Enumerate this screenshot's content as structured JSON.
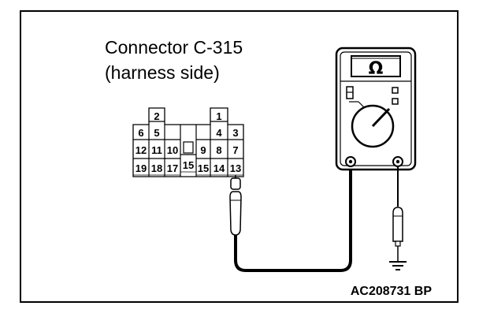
{
  "connector": {
    "title_line1": "Connector C-315",
    "title_line2": "(harness side)",
    "pins": {
      "p1": "1",
      "p2": "2",
      "p3": "3",
      "p4": "4",
      "p5": "5",
      "p6": "6",
      "p7": "7",
      "p8": "8",
      "p9": "9",
      "p10": "10",
      "p11": "11",
      "p12": "12",
      "p13": "13",
      "p14": "14",
      "p15a": "15",
      "p15b": "15",
      "p17": "17",
      "p18": "18",
      "p19": "19"
    }
  },
  "multimeter": {
    "display_symbol": "Ω"
  },
  "figure_code": "AC208731 BP"
}
